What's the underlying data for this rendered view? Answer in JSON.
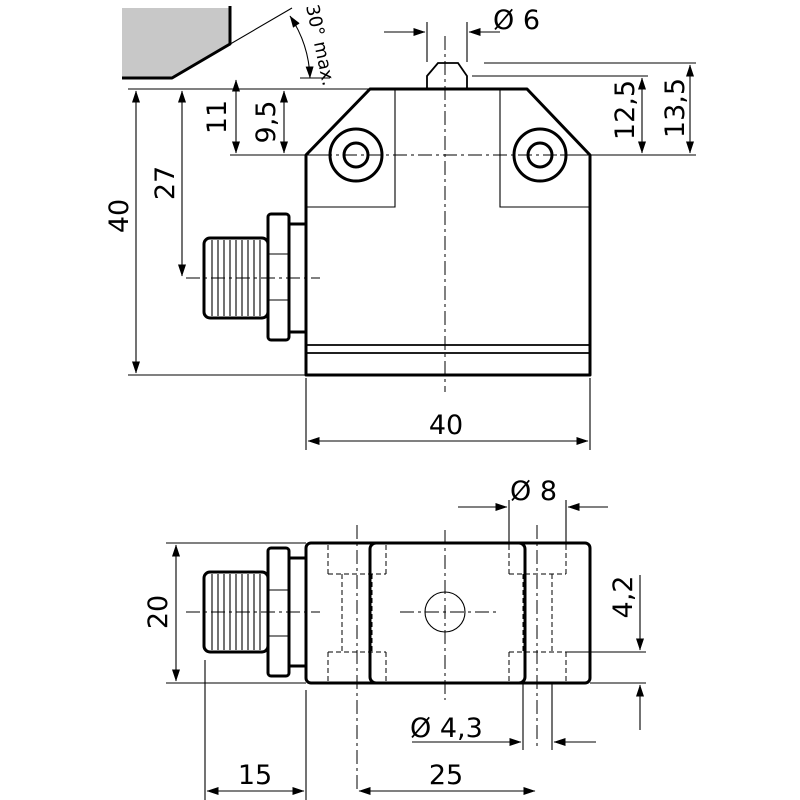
{
  "colors": {
    "line": "#000000",
    "target_fill": "#c8c8c8",
    "background": "#ffffff"
  },
  "top_view": {
    "dim_shaft_diameter": "Ø 6",
    "dim_approach_angle": "30° max.",
    "dim_11": "11",
    "dim_9_5": "9,5",
    "dim_12_5": "12,5",
    "dim_13_5": "13,5",
    "dim_27": "27",
    "dim_height_40": "40",
    "dim_width_40": "40"
  },
  "bottom_view": {
    "dim_hole_8": "Ø 8",
    "dim_depth_20": "20",
    "dim_4_2": "4,2",
    "dim_hole_4_3": "Ø 4,3",
    "dim_15": "15",
    "dim_25": "25"
  }
}
